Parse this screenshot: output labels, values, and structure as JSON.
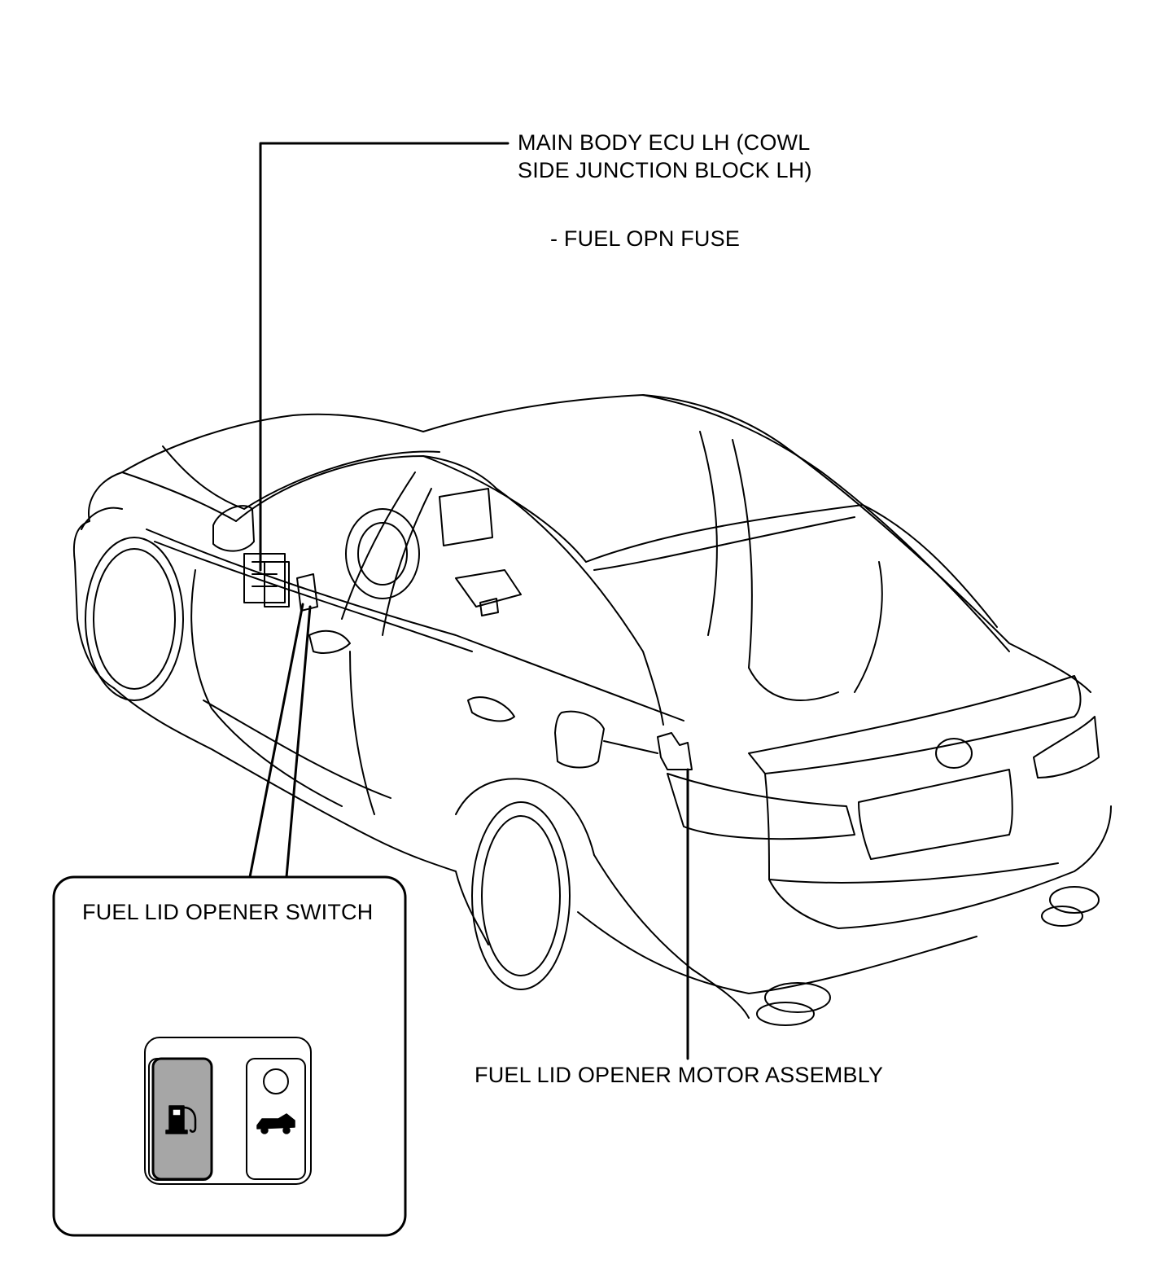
{
  "labels": {
    "ecu_line1": "MAIN BODY ECU LH (COWL",
    "ecu_line2": "SIDE JUNCTION BLOCK LH)",
    "fuse": "- FUEL OPN FUSE",
    "motor": "FUEL LID OPENER MOTOR ASSEMBLY",
    "switch": "FUEL LID OPENER SWITCH"
  },
  "icons": {
    "fuel_button_icon": "fuel-pump-icon",
    "trunk_button_icon": "car-trunk-icon",
    "indicator": "indicator-lamp-icon"
  },
  "colors": {
    "line": "#000000",
    "background": "#ffffff",
    "pressed_button": "#a6a6a6"
  }
}
